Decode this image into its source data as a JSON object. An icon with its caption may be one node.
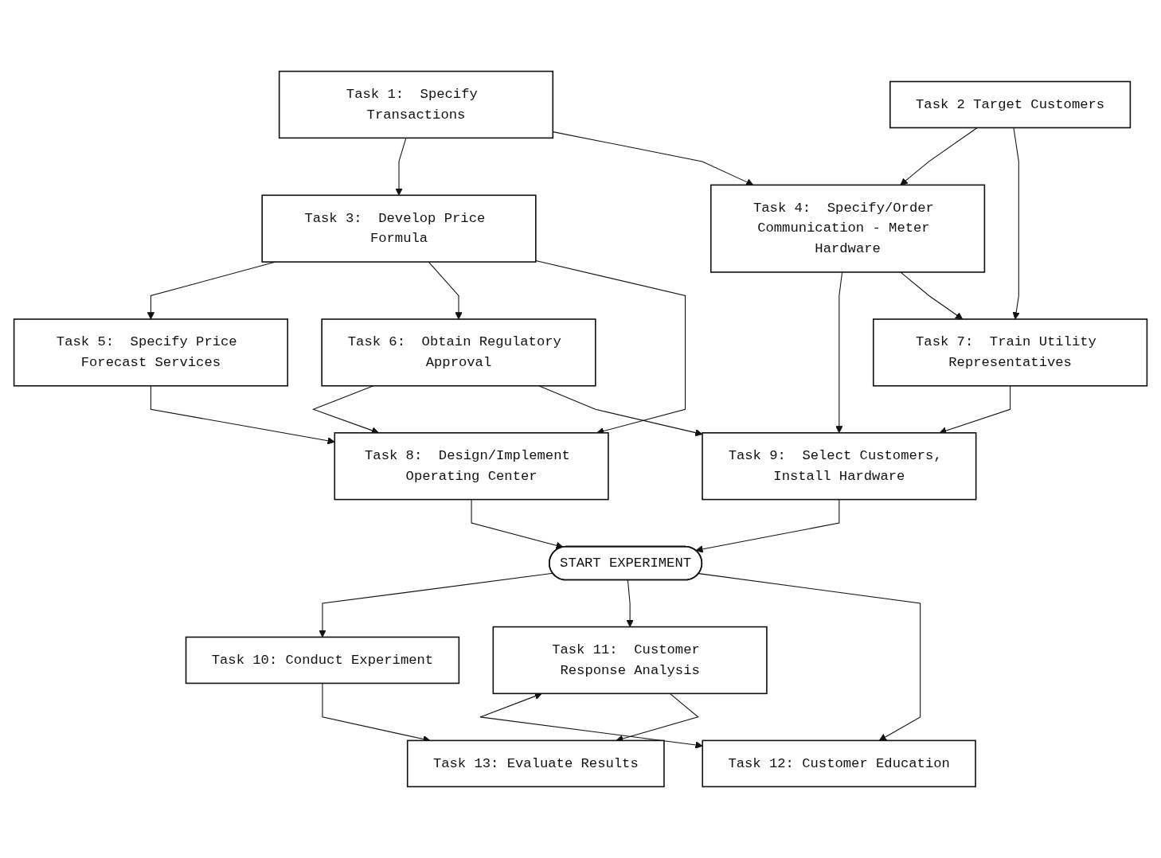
{
  "diagram": {
    "nodes": [
      {
        "text": [
          "Task 1:  Specify Transactions"
        ]
      },
      {
        "text": [
          "Task 2 Target Customers"
        ]
      },
      {
        "text": [
          "Task 3:  Develop Price Formula"
        ]
      },
      {
        "text": [
          "Task 4:  Specify/Order Communication - Meter Hardware"
        ]
      },
      {
        "text": [
          "Task 5:  Specify Price Forecast Services"
        ]
      },
      {
        "text": [
          "Task 6:  Obtain Regulatory Approval"
        ]
      },
      {
        "text": [
          "Task 7:  Train Utility Representatives"
        ]
      },
      {
        "text": [
          "Task 8:  Design/Implement Operating Center"
        ]
      },
      {
        "text": [
          "Task 9:  Select Customers, Install Hardware"
        ]
      },
      {
        "text": [
          "START EXPERIMENT"
        ]
      },
      {
        "text": [
          "Task 10:  Conduct Experiment"
        ]
      },
      {
        "text": [
          "Task 11:  Customer Response Analysis"
        ]
      },
      {
        "text": [
          "Task 12:  Customer Education"
        ]
      },
      {
        "text": [
          "Task 13:  Evaluate Results"
        ]
      }
    ],
    "edges": [
      {
        "from": 0,
        "to": 2,
        "arrow": "to"
      },
      {
        "from": 0,
        "to": 3,
        "arrow": "to"
      },
      {
        "from": 1,
        "to": 3,
        "arrow": "to"
      },
      {
        "from": 1,
        "to": 6,
        "arrow": "to"
      },
      {
        "from": 2,
        "to": 4,
        "arrow": "to"
      },
      {
        "from": 2,
        "to": 5,
        "arrow": "to"
      },
      {
        "from": 2,
        "to": 7,
        "arrow": "to"
      },
      {
        "from": 3,
        "to": 8,
        "arrow": "to"
      },
      {
        "from": 3,
        "to": 6,
        "arrow": "to"
      },
      {
        "from": 4,
        "to": 7,
        "arrow": "to"
      },
      {
        "from": 5,
        "to": 7,
        "arrow": "to"
      },
      {
        "from": 5,
        "to": 8,
        "arrow": "to"
      },
      {
        "from": 6,
        "to": 8,
        "arrow": "to"
      },
      {
        "from": 7,
        "to": 9,
        "arrow": "to"
      },
      {
        "from": 8,
        "to": 9,
        "arrow": "to"
      },
      {
        "from": 9,
        "to": 10,
        "arrow": "to"
      },
      {
        "from": 9,
        "to": 11,
        "arrow": "to"
      },
      {
        "from": 9,
        "to": 12,
        "arrow": "to"
      },
      {
        "from": 11,
        "to": 12,
        "arrow": "both"
      },
      {
        "from": 10,
        "to": 13,
        "arrow": "to"
      },
      {
        "from": 11,
        "to": 13,
        "arrow": "to"
      }
    ]
  }
}
